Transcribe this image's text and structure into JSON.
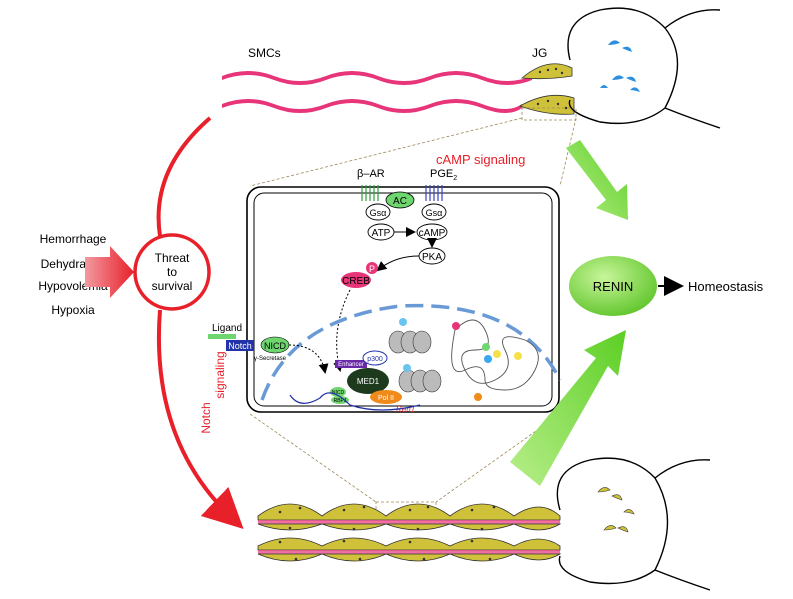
{
  "labels": {
    "smcs": "SMCs",
    "jg": "JG",
    "camp_signaling": "cAMP signaling",
    "notch_signaling_line1": "Notch",
    "notch_signaling_line2": "signaling",
    "threat_line1": "Threat",
    "threat_line2": "to",
    "threat_line3": "survival",
    "renin": "RENIN",
    "homeostasis": "Homeostasis"
  },
  "stimuli": [
    "Hemorrhage",
    "Dehydration",
    "Hypovolemia",
    "Hypoxia"
  ],
  "cell": {
    "beta_ar": "β–AR",
    "pge2": "PGE",
    "pge2_sub": "2",
    "ac": "AC",
    "gsa": "Gsα",
    "atp": "ATP",
    "camp": "cAMP",
    "pka": "PKA",
    "p": "P",
    "creb": "CREB",
    "ligand": "Ligand",
    "notch": "Notch",
    "nicd": "NICD",
    "gamma_secretase": "γ-Secretase",
    "enhancer": "Enhancer",
    "p300": "p300",
    "med1": "MED1",
    "pol2": "Pol II",
    "nicd_small": "NICD",
    "rbpj": "RBPJ",
    "ren1": "Ren1"
  },
  "colors": {
    "red": "#e8202a",
    "pink": "#e8357a",
    "green_arrow": "#7fd93a",
    "renin_fill": "#7fd93a",
    "jg_cell": "#cfc23a",
    "nucleus_dash": "#6a9ad6",
    "notch_blue": "#2233aa",
    "nicd_green": "#6fd66f",
    "med1_dark": "#1d3a1d",
    "pol2_orange": "#f08a1a",
    "enhancer_purple": "#6a2aa8"
  }
}
